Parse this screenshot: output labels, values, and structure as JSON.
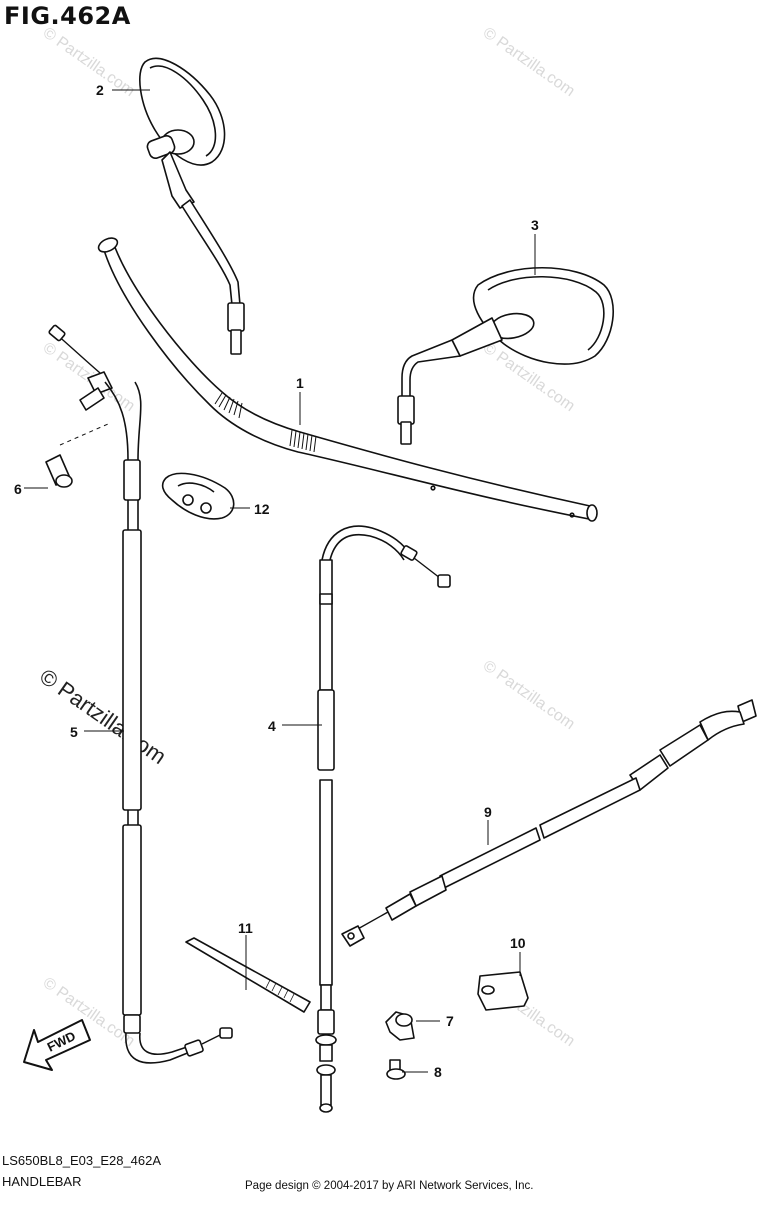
{
  "figure": {
    "title": "FIG.462A",
    "model_code": "LS650BL8_E03_E28_462A",
    "section_name": "HANDLEBAR",
    "credit": "Page design © 2004-2017 by ARI Network Services, Inc."
  },
  "watermark": {
    "small_text": "© Partzilla.com",
    "large_text": "© Partzilla.com"
  },
  "direction_arrow": {
    "label": "FWD"
  },
  "callouts": [
    {
      "number": "1"
    },
    {
      "number": "2"
    },
    {
      "number": "3"
    },
    {
      "number": "4"
    },
    {
      "number": "5"
    },
    {
      "number": "6"
    },
    {
      "number": "7"
    },
    {
      "number": "8"
    },
    {
      "number": "9"
    },
    {
      "number": "10"
    },
    {
      "number": "11"
    },
    {
      "number": "12"
    }
  ]
}
